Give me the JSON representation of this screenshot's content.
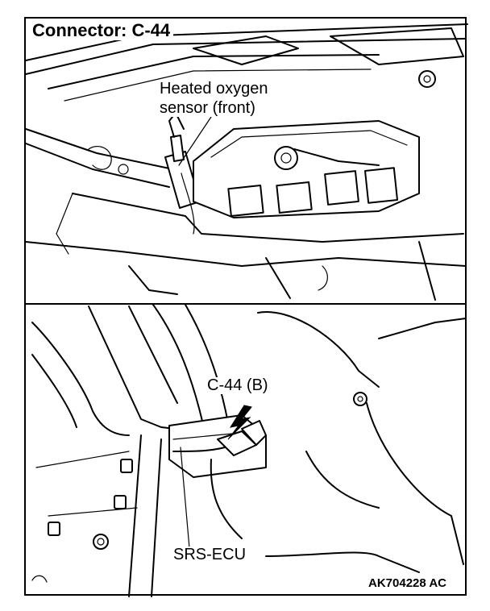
{
  "title": "Connector: C-44",
  "callouts": {
    "sensor_line1": "Heated oxygen",
    "sensor_line2": "sensor (front)",
    "connector": "C-44 (B)",
    "ecu": "SRS-ECU"
  },
  "figure_id": "AK704228 AC"
}
